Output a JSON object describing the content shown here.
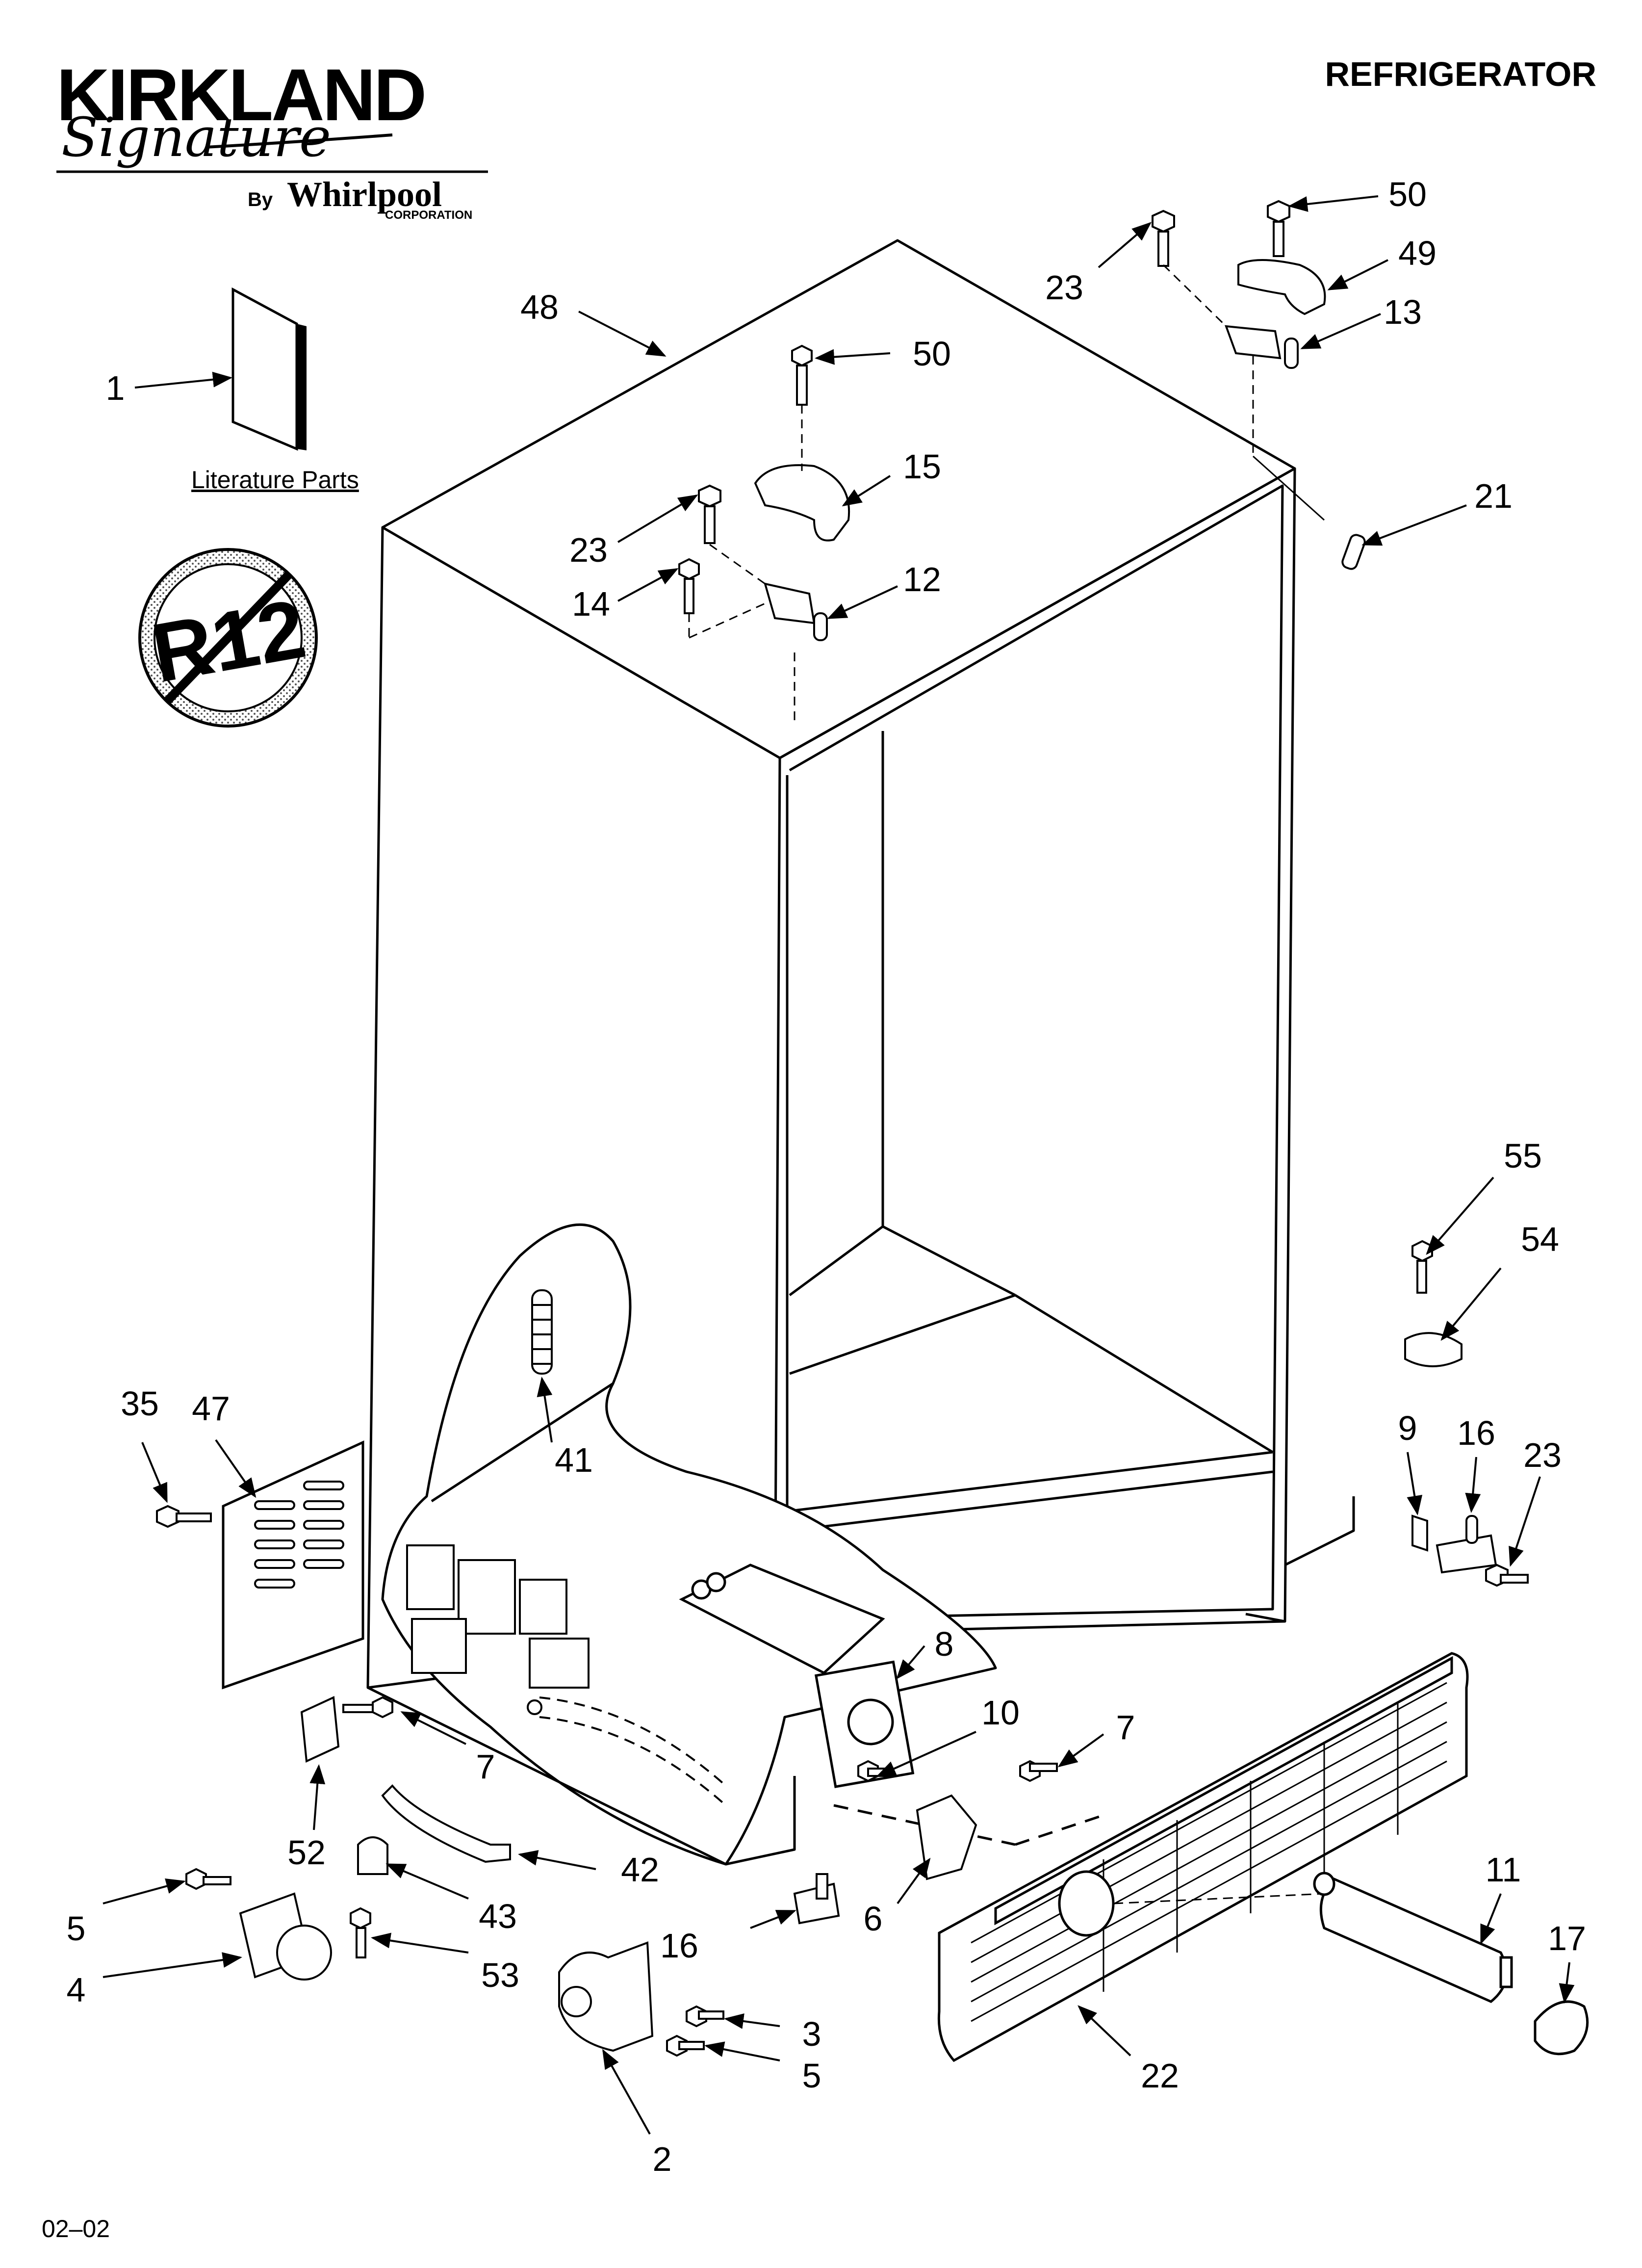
{
  "header": {
    "brand": "KIRKLAND",
    "brand_script": "Signature",
    "by": "By",
    "maker": "Whirlpool",
    "maker_sub": "CORPORATION",
    "product": "REFRIGERATOR"
  },
  "literature_label": "Literature Parts",
  "r12_badge": "R12",
  "footer_code": "02–02",
  "callouts": {
    "c48": "48",
    "c1": "1",
    "c50a": "50",
    "c15": "15",
    "c23a": "23",
    "c14": "14",
    "c12": "12",
    "c50b": "50",
    "c49": "49",
    "c23b": "23",
    "c13": "13",
    "c21": "21",
    "c55": "55",
    "c54": "54",
    "c9": "9",
    "c16a": "16",
    "c23c": "23",
    "c35": "35",
    "c47": "47",
    "c41": "41",
    "c8": "8",
    "c10": "10",
    "c7a": "7",
    "c7b": "7",
    "c52": "52",
    "c42": "42",
    "c43": "43",
    "c53": "53",
    "c5a": "5",
    "c4": "4",
    "c16b": "16",
    "c6": "6",
    "c3": "3",
    "c5b": "5",
    "c2": "2",
    "c22": "22",
    "c11": "11",
    "c17": "17"
  }
}
